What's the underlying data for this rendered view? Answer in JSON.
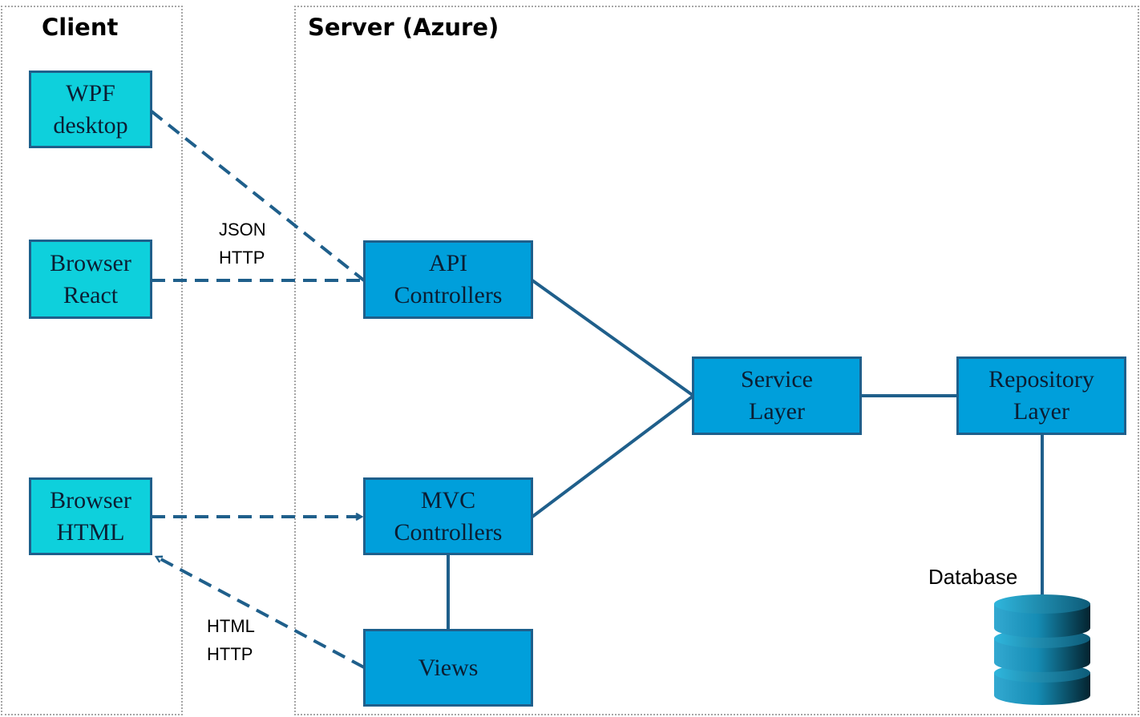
{
  "regions": {
    "client": {
      "title": "Client"
    },
    "server": {
      "title": "Server (Azure)"
    }
  },
  "nodes": {
    "wpf_desktop": {
      "lines": [
        "WPF",
        "desktop"
      ]
    },
    "browser_react": {
      "lines": [
        "Browser",
        "React"
      ]
    },
    "browser_html": {
      "lines": [
        "Browser",
        "HTML"
      ]
    },
    "api_controllers": {
      "lines": [
        "API",
        "Controllers"
      ]
    },
    "mvc_controllers": {
      "lines": [
        "MVC",
        "Controllers"
      ]
    },
    "views": {
      "lines": [
        "Views"
      ]
    },
    "service_layer": {
      "lines": [
        "Service",
        "Layer"
      ]
    },
    "repository_layer": {
      "lines": [
        "Repository",
        "Layer"
      ]
    }
  },
  "database": {
    "label": "Database"
  },
  "edge_labels": {
    "json_http": [
      "JSON",
      "HTTP"
    ],
    "html_http": [
      "HTML",
      "HTTP"
    ]
  },
  "colors": {
    "client_box": "#0ed0dc",
    "server_box": "#009fdb",
    "connector": "#1f5f8b",
    "region_border": "#a6a6a6"
  }
}
